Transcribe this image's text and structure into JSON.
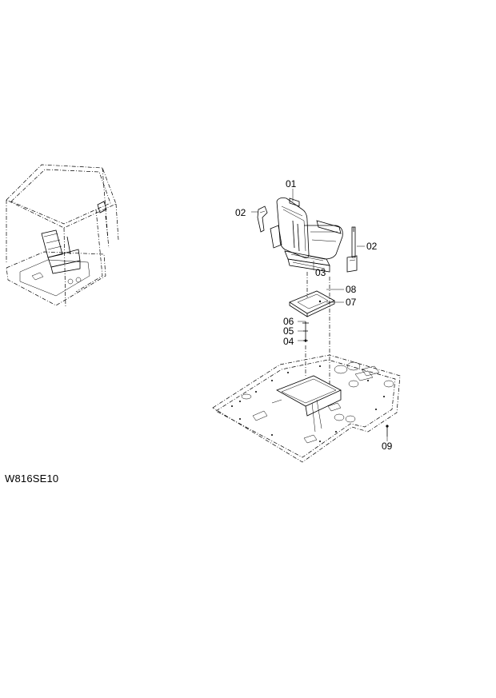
{
  "drawing_code": "W816SE10",
  "callouts": {
    "c01": "01",
    "c02a": "02",
    "c02b": "02",
    "c03": "03",
    "c04": "04",
    "c05": "05",
    "c06": "06",
    "c07": "07",
    "c08": "08",
    "c09": "09"
  },
  "colors": {
    "line": "#000000",
    "background": "#ffffff"
  }
}
